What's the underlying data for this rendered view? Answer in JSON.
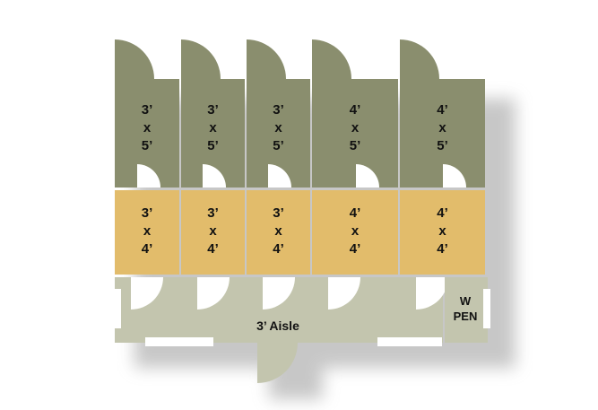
{
  "colors": {
    "upper_stall": "#8a8e6e",
    "lower_stall": "#e2bc6b",
    "aisle": "#c3c5ae",
    "wall": "#ffffff",
    "shadow": "#cfcfcf"
  },
  "upper_row": [
    {
      "w": "3’",
      "x": "x",
      "d": "5’"
    },
    {
      "w": "3’",
      "x": "x",
      "d": "5’"
    },
    {
      "w": "3’",
      "x": "x",
      "d": "5’"
    },
    {
      "w": "4’",
      "x": "x",
      "d": "5’"
    },
    {
      "w": "4’",
      "x": "x",
      "d": "5’"
    }
  ],
  "lower_row": [
    {
      "w": "3’",
      "x": "x",
      "d": "4’"
    },
    {
      "w": "3’",
      "x": "x",
      "d": "4’"
    },
    {
      "w": "3’",
      "x": "x",
      "d": "4’"
    },
    {
      "w": "4’",
      "x": "x",
      "d": "4’"
    },
    {
      "w": "4’",
      "x": "x",
      "d": "4’"
    }
  ],
  "aisle": {
    "label": "3’ Aisle"
  },
  "pen": {
    "line1": "W",
    "line2": "PEN"
  }
}
